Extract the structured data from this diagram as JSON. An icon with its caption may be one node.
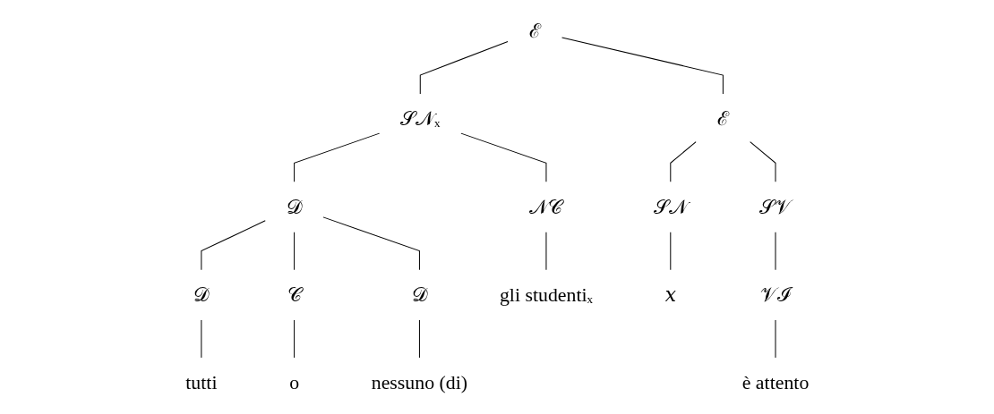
{
  "diagram": {
    "nodes": [
      {
        "text": [
          "ℰ"
        ]
      },
      {
        "text": [
          "𝒮𝒩ₓ"
        ]
      },
      {
        "text": [
          "ℰ"
        ]
      },
      {
        "text": [
          "𝒟"
        ]
      },
      {
        "text": [
          "𝒩𝒞"
        ]
      },
      {
        "text": [
          "𝒮𝒩"
        ]
      },
      {
        "text": [
          "𝒮𝒱"
        ]
      },
      {
        "text": [
          "𝒟"
        ]
      },
      {
        "text": [
          "𝒞"
        ]
      },
      {
        "text": [
          "𝒟"
        ]
      },
      {
        "text": [
          "gli studentiₓ"
        ]
      },
      {
        "text": [
          "𝑥"
        ]
      },
      {
        "text": [
          "𝒱ℐ"
        ]
      },
      {
        "text": [
          "tutti"
        ]
      },
      {
        "text": [
          "o"
        ]
      },
      {
        "text": [
          "nessuno (di)"
        ]
      },
      {
        "text": [
          "è attento"
        ]
      }
    ],
    "edges": [
      {
        "from": 0,
        "to": 1,
        "arrow": "none"
      },
      {
        "from": 0,
        "to": 2,
        "arrow": "none"
      },
      {
        "from": 1,
        "to": 3,
        "arrow": "none"
      },
      {
        "from": 1,
        "to": 4,
        "arrow": "none"
      },
      {
        "from": 2,
        "to": 5,
        "arrow": "none"
      },
      {
        "from": 2,
        "to": 6,
        "arrow": "none"
      },
      {
        "from": 3,
        "to": 7,
        "arrow": "none"
      },
      {
        "from": 3,
        "to": 8,
        "arrow": "none"
      },
      {
        "from": 3,
        "to": 9,
        "arrow": "none"
      },
      {
        "from": 4,
        "to": 10,
        "arrow": "none"
      },
      {
        "from": 5,
        "to": 11,
        "arrow": "none"
      },
      {
        "from": 6,
        "to": 12,
        "arrow": "none"
      },
      {
        "from": 7,
        "to": 13,
        "arrow": "none"
      },
      {
        "from": 8,
        "to": 14,
        "arrow": "none"
      },
      {
        "from": 9,
        "to": 15,
        "arrow": "none"
      },
      {
        "from": 12,
        "to": 16,
        "arrow": "none"
      }
    ]
  }
}
